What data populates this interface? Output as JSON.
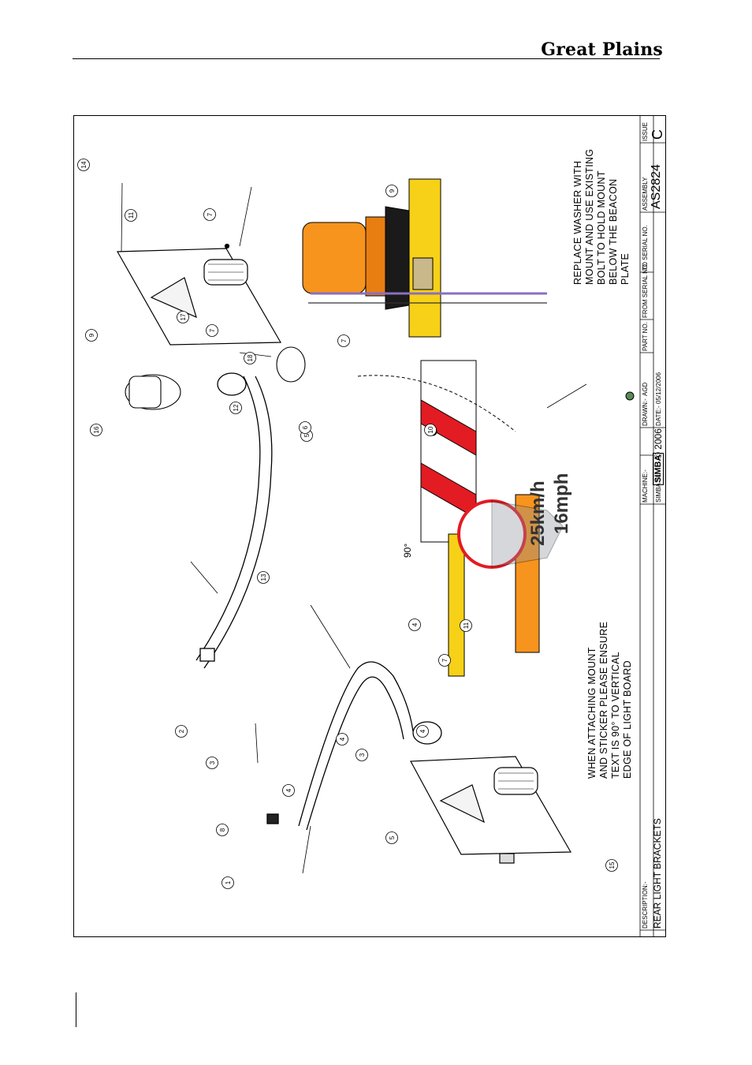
{
  "header": {
    "brand": "Great Plains"
  },
  "drawing": {
    "note_left": [
      "WHEN ATTACHING MOUNT",
      "AND STICKER PLEASE ENSURE",
      "TEXT IS 90° TO VERTICAL",
      "EDGE OF LIGHT BOARD"
    ],
    "note_right": [
      "REPLACE WASHER WITH",
      "MOUNT AND USE EXISTING",
      "BOLT TO HOLD MOUNT",
      "BELOW THE BEACON",
      "PLATE"
    ],
    "angle_label": "90°",
    "sticker": {
      "speed_kmh": "25km/h",
      "speed_mph": "16mph"
    },
    "balloons": [
      "1",
      "2",
      "3",
      "3",
      "4",
      "4",
      "4",
      "4",
      "5",
      "5",
      "6",
      "7",
      "7",
      "7",
      "7",
      "8",
      "9",
      "9",
      "10",
      "11",
      "11",
      "12",
      "13",
      "14",
      "15",
      "16",
      "17",
      "18"
    ],
    "colors": {
      "beacon_orange": "#f7941d",
      "sticker_red": "#e31b23",
      "post_yellow": "#f7d117",
      "bracket_grey": "#8a8f99"
    }
  },
  "title_block": {
    "description_label": "DESCRIPTION:-",
    "description": "REAR LIGHT BRACKETS",
    "machine_label": "MACHINE:-",
    "machine": "SIMBA SL",
    "logo": "SIMBA",
    "copyright": "© 2006",
    "drawn_label": "DRAWN:-",
    "drawn": "AGD",
    "date_label": "DATE:-",
    "date": "05/12/2006",
    "part_no_label": "PART NO.",
    "from_serial_label": "FROM SERIAL NO.",
    "to_serial_label": "TO SERIAL NO.",
    "assembly_label": "ASSEMBLY",
    "assembly": "AS2824",
    "issue_label": "ISSUE",
    "issue": "C"
  }
}
